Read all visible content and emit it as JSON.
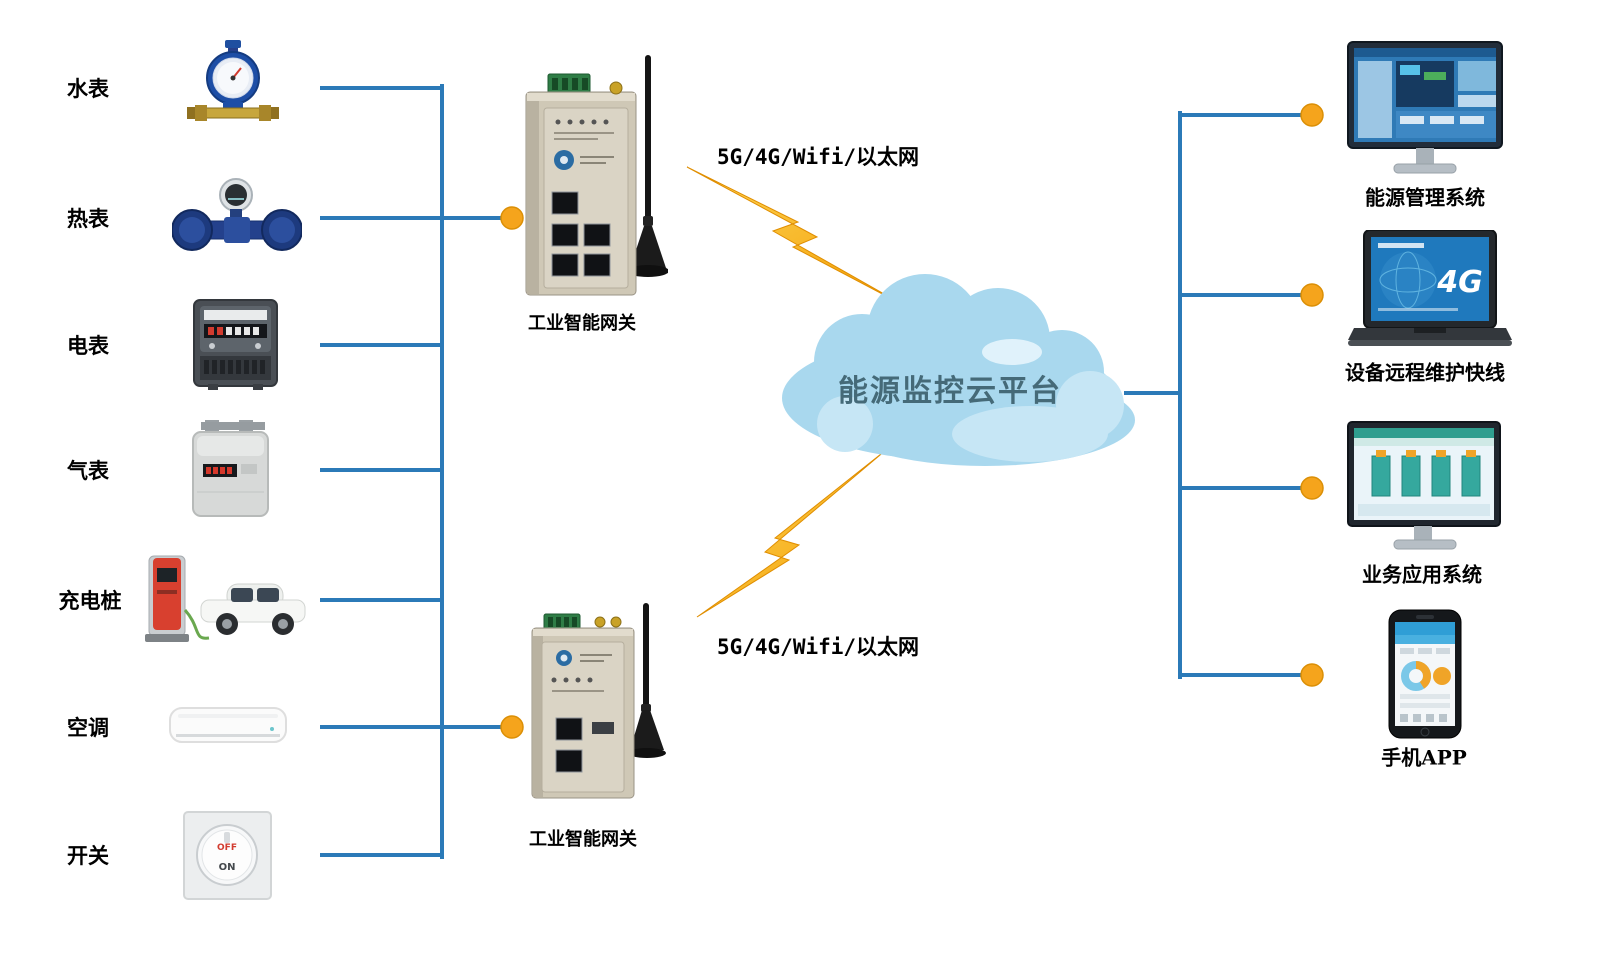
{
  "left_devices": [
    {
      "label": "水表"
    },
    {
      "label": "热表"
    },
    {
      "label": "电表"
    },
    {
      "label": "气表"
    },
    {
      "label": "充电桩"
    },
    {
      "label": "空调"
    },
    {
      "label": "开关"
    }
  ],
  "gateways": [
    {
      "label": "工业智能网关"
    },
    {
      "label": "工业智能网关"
    }
  ],
  "links": [
    {
      "label": "5G/4G/Wifi/以太网"
    },
    {
      "label": "5G/4G/Wifi/以太网"
    }
  ],
  "cloud": {
    "label": "能源监控云平台"
  },
  "right_systems": [
    {
      "label": "能源管理系统"
    },
    {
      "label": "设备远程维护快线"
    },
    {
      "label": "业务应用系统"
    },
    {
      "label": "手机APP"
    }
  ],
  "device_texts": {
    "laptop_screen": "4G",
    "switch_on": "ON",
    "switch_off": "OFF"
  },
  "colors": {
    "connector_blue": "#2B7AB8",
    "node_orange": "#F5A41C",
    "cloud_fill": "#A9D8EE",
    "bolt_gold": "#FFC01E",
    "cloud_text": "#456A78"
  }
}
